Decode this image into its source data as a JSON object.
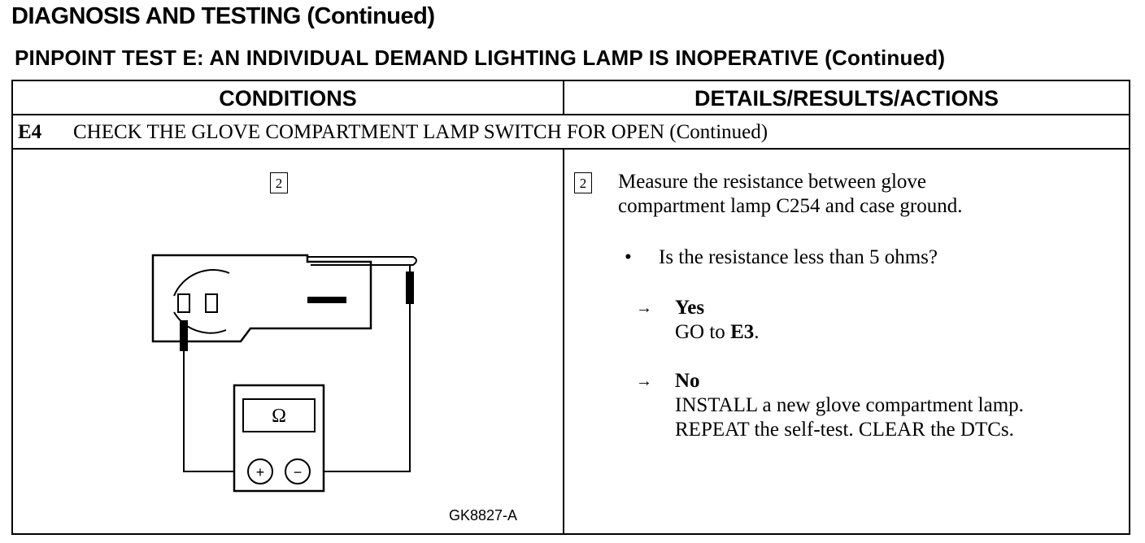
{
  "header": {
    "title": "DIAGNOSIS AND TESTING (Continued)",
    "subtitle": "PINPOINT TEST E: AN INDIVIDUAL DEMAND LIGHTING LAMP IS INOPERATIVE (Continued)"
  },
  "table": {
    "col_conditions": "CONDITIONS",
    "col_details": "DETAILS/RESULTS/ACTIONS",
    "step_id": "E4",
    "step_title": "CHECK THE GLOVE COMPARTMENT LAMP SWITCH FOR OPEN (Continued)"
  },
  "conditions": {
    "step_number": "2",
    "meter_symbol": "Ω",
    "plus_symbol": "+",
    "minus_symbol": "−",
    "figure_code": "GK8827-A"
  },
  "details": {
    "step_number": "2",
    "instruction_line1": "Measure the resistance between glove",
    "instruction_line2": "compartment lamp C254 and case ground.",
    "bullet": "•",
    "question": "Is the resistance less than 5 ohms?",
    "arrow": "→",
    "yes_label": "Yes",
    "yes_action_prefix": "GO to ",
    "yes_action_target": "E3",
    "yes_action_suffix": ".",
    "no_label": "No",
    "no_action_line1": "INSTALL a new glove compartment lamp.",
    "no_action_line2": "REPEAT the self-test. CLEAR the DTCs."
  }
}
